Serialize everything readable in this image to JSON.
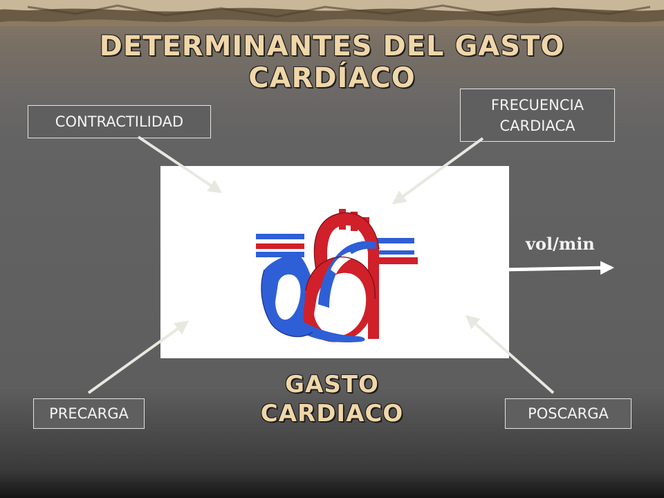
{
  "title": {
    "line1": "DETERMINANTES DEL GASTO",
    "line2": "CARDÍACO"
  },
  "boxes": {
    "contractilidad": "CONTRACTILIDAD",
    "frecuencia_line1": "FRECUENCIA",
    "frecuencia_line2": "CARDIACA",
    "precarga": "PRECARGA",
    "poscarga": "POSCARGA"
  },
  "center_label": {
    "line1": "GASTO",
    "line2": "CARDIACO"
  },
  "output_label": "vol/min",
  "colors": {
    "title": "#f0d6a8",
    "background": "#5e5e5e",
    "arrow": "#e8e8e0",
    "heart_red": "#d0202a",
    "heart_blue": "#2f5fd6"
  },
  "icons": [
    "heart-illustration",
    "arrow-icon"
  ]
}
